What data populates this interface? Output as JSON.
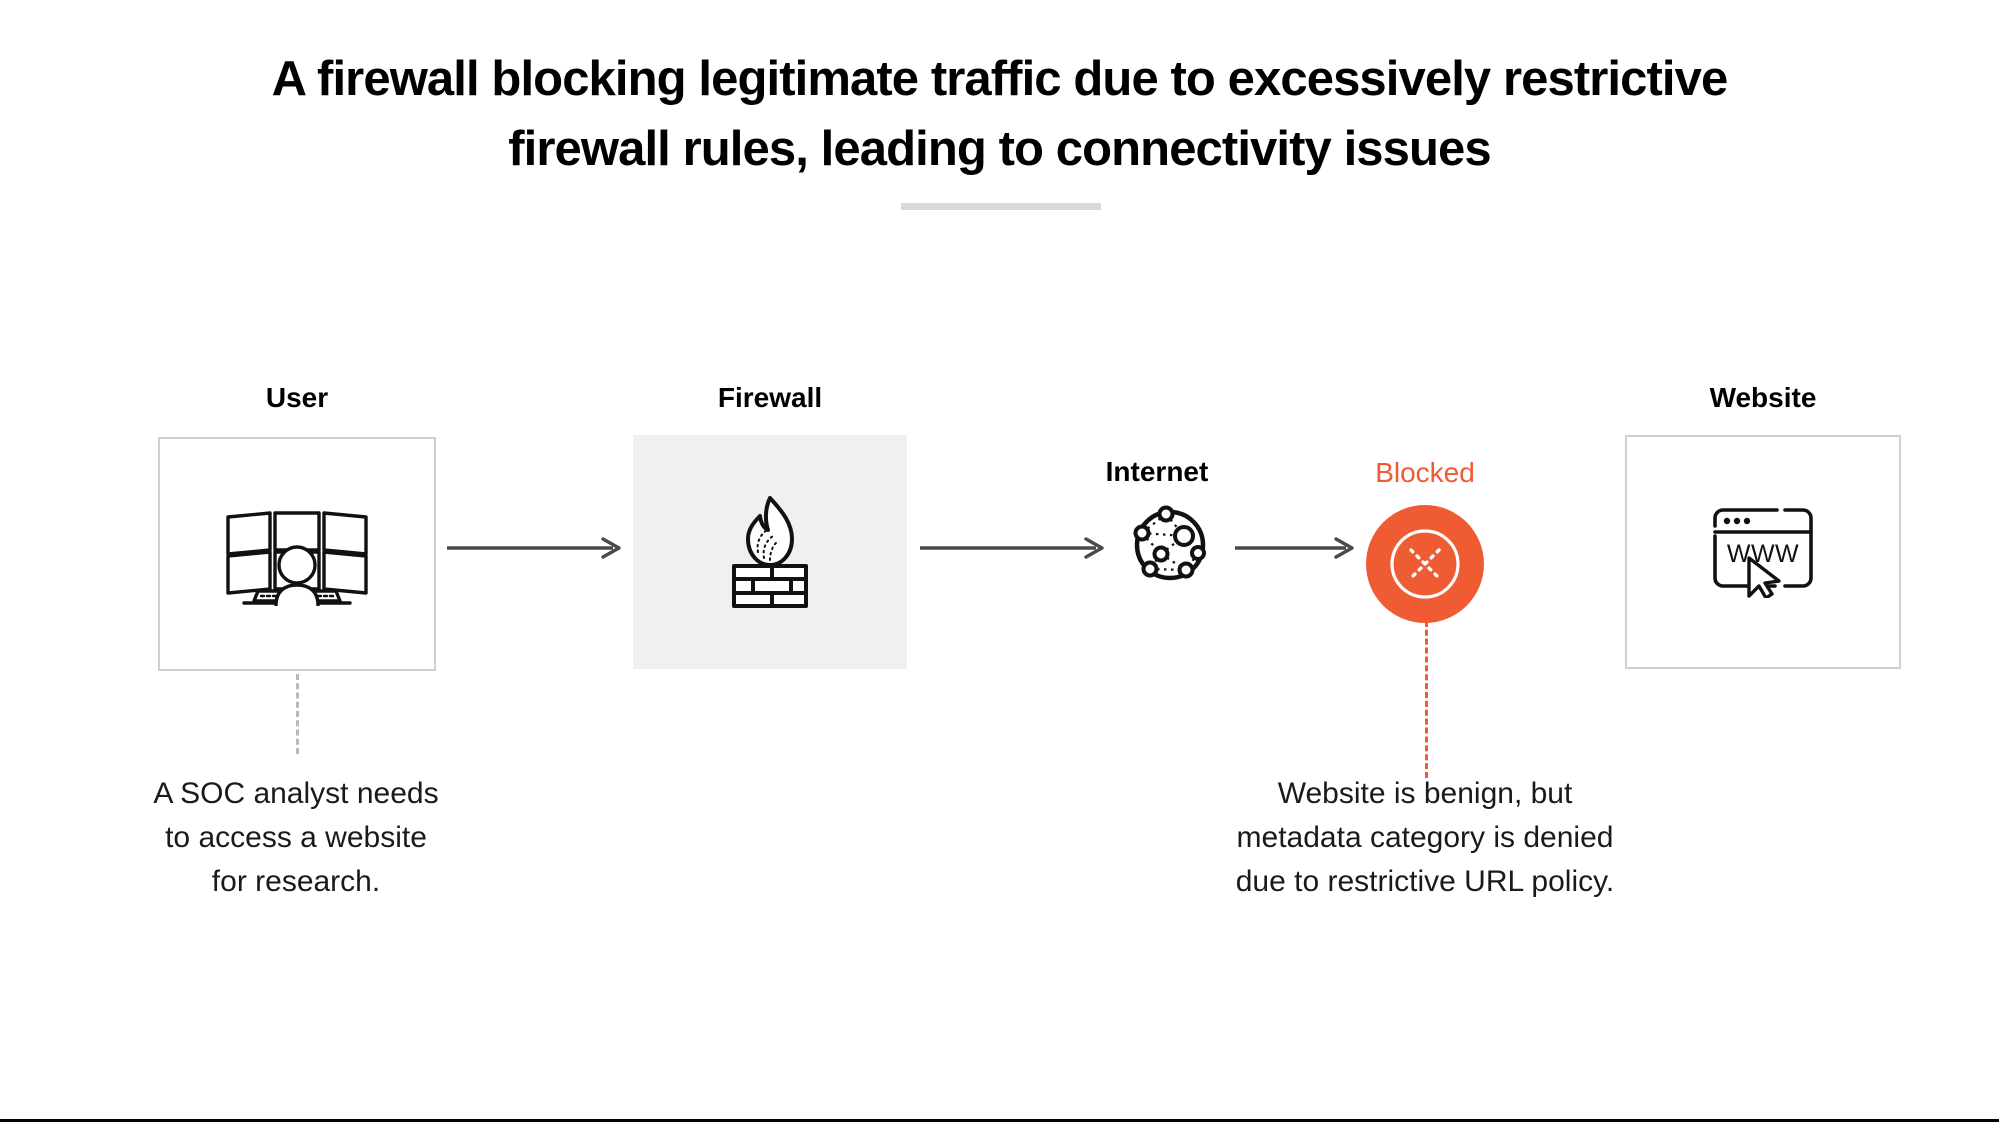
{
  "page": {
    "title": "A firewall blocking legitimate traffic due to excessively restrictive firewall rules, leading to connectivity issues",
    "background_color": "#ffffff",
    "divider_color": "#d7d9da",
    "bottom_rule_color": "#000000"
  },
  "colors": {
    "accent_orange": "#ef5b33",
    "arrow_gray": "#4a4a4a",
    "box_border": "#cfd1d3",
    "box_fill_gray": "#eff0f1",
    "text_black": "#000000",
    "dashed_gray": "#b6b9bc"
  },
  "diagram": {
    "type": "flow",
    "nodes": [
      {
        "id": "user",
        "label": "User",
        "icon": "soc-analyst-workstation-icon",
        "box_style": "outlined"
      },
      {
        "id": "firewall",
        "label": "Firewall",
        "icon": "firewall-flame-brick-icon",
        "box_style": "filled"
      },
      {
        "id": "internet",
        "label": "Internet",
        "icon": "network-globe-icon",
        "box_style": "none"
      },
      {
        "id": "blocked",
        "label": "Blocked",
        "icon": "blocked-cross-circle-icon",
        "box_style": "none",
        "label_color": "#ef5b33"
      },
      {
        "id": "website",
        "label": "Website",
        "icon": "browser-www-cursor-icon",
        "box_style": "outlined"
      }
    ],
    "arrows": [
      {
        "id": "arrow-1",
        "from": "user",
        "to": "firewall"
      },
      {
        "id": "arrow-2",
        "from": "firewall",
        "to": "internet"
      },
      {
        "id": "arrow-3",
        "from": "internet",
        "to": "blocked"
      }
    ],
    "captions": [
      {
        "id": "caption-user",
        "attached_to": "user",
        "text": "A SOC analyst needs\nto access a website\nfor research.",
        "connector": "dashed-gray"
      },
      {
        "id": "caption-blocked",
        "attached_to": "blocked",
        "text": "Website is benign, but\nmetadata category is denied\ndue to restrictive URL policy.",
        "connector": "dashed-orange"
      }
    ]
  },
  "website_icon": {
    "address_text": "WWW"
  }
}
